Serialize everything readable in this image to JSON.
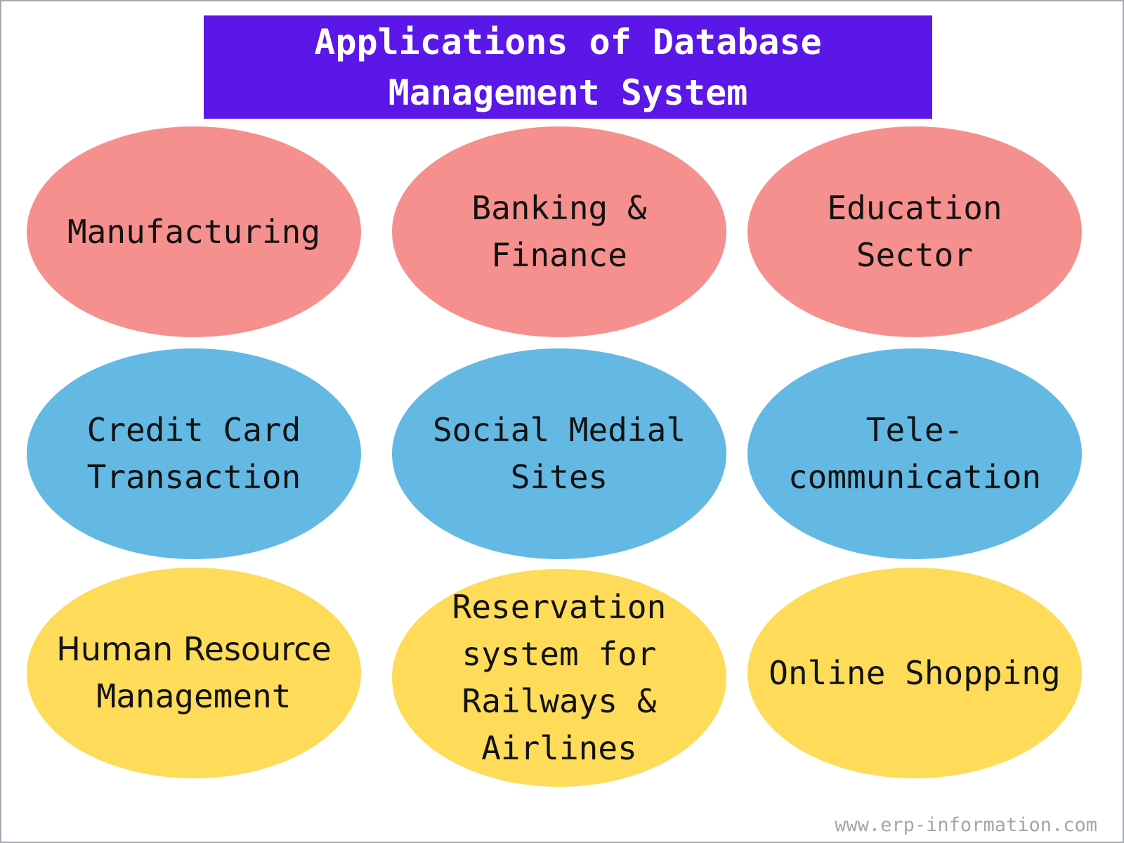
{
  "title": {
    "line1": "Applications of Database",
    "line2": "Management System",
    "bg_color": "#5a17e8",
    "text_color": "#ffffff"
  },
  "ellipses": [
    {
      "id": "manufacturing",
      "lines": [
        "Manufacturing"
      ],
      "color": "#f5908e"
    },
    {
      "id": "banking-finance",
      "lines": [
        "Banking &",
        "Finance"
      ],
      "color": "#f5908e"
    },
    {
      "id": "education-sector",
      "lines": [
        "Education",
        "Sector"
      ],
      "color": "#f5908e"
    },
    {
      "id": "credit-card-transaction",
      "lines": [
        "Credit Card",
        "Transaction"
      ],
      "color": "#63b9e3"
    },
    {
      "id": "social-medial-sites",
      "lines": [
        "Social Medial",
        "Sites"
      ],
      "color": "#63b9e3"
    },
    {
      "id": "tele-communication",
      "lines": [
        "Tele-",
        "communication"
      ],
      "color": "#63b9e3"
    },
    {
      "id": "human-resource-management",
      "lines": [
        "Human Resource",
        "Management"
      ],
      "color": "#fedc5a"
    },
    {
      "id": "reservation-system",
      "lines": [
        "Reservation",
        "system for",
        "Railways &",
        "Airlines"
      ],
      "color": "#fedc5a"
    },
    {
      "id": "online-shopping",
      "lines": [
        "Online Shopping"
      ],
      "color": "#fedc5a"
    }
  ],
  "footer": {
    "text": "www.erp-information.com",
    "color": "#a6a6a6"
  }
}
